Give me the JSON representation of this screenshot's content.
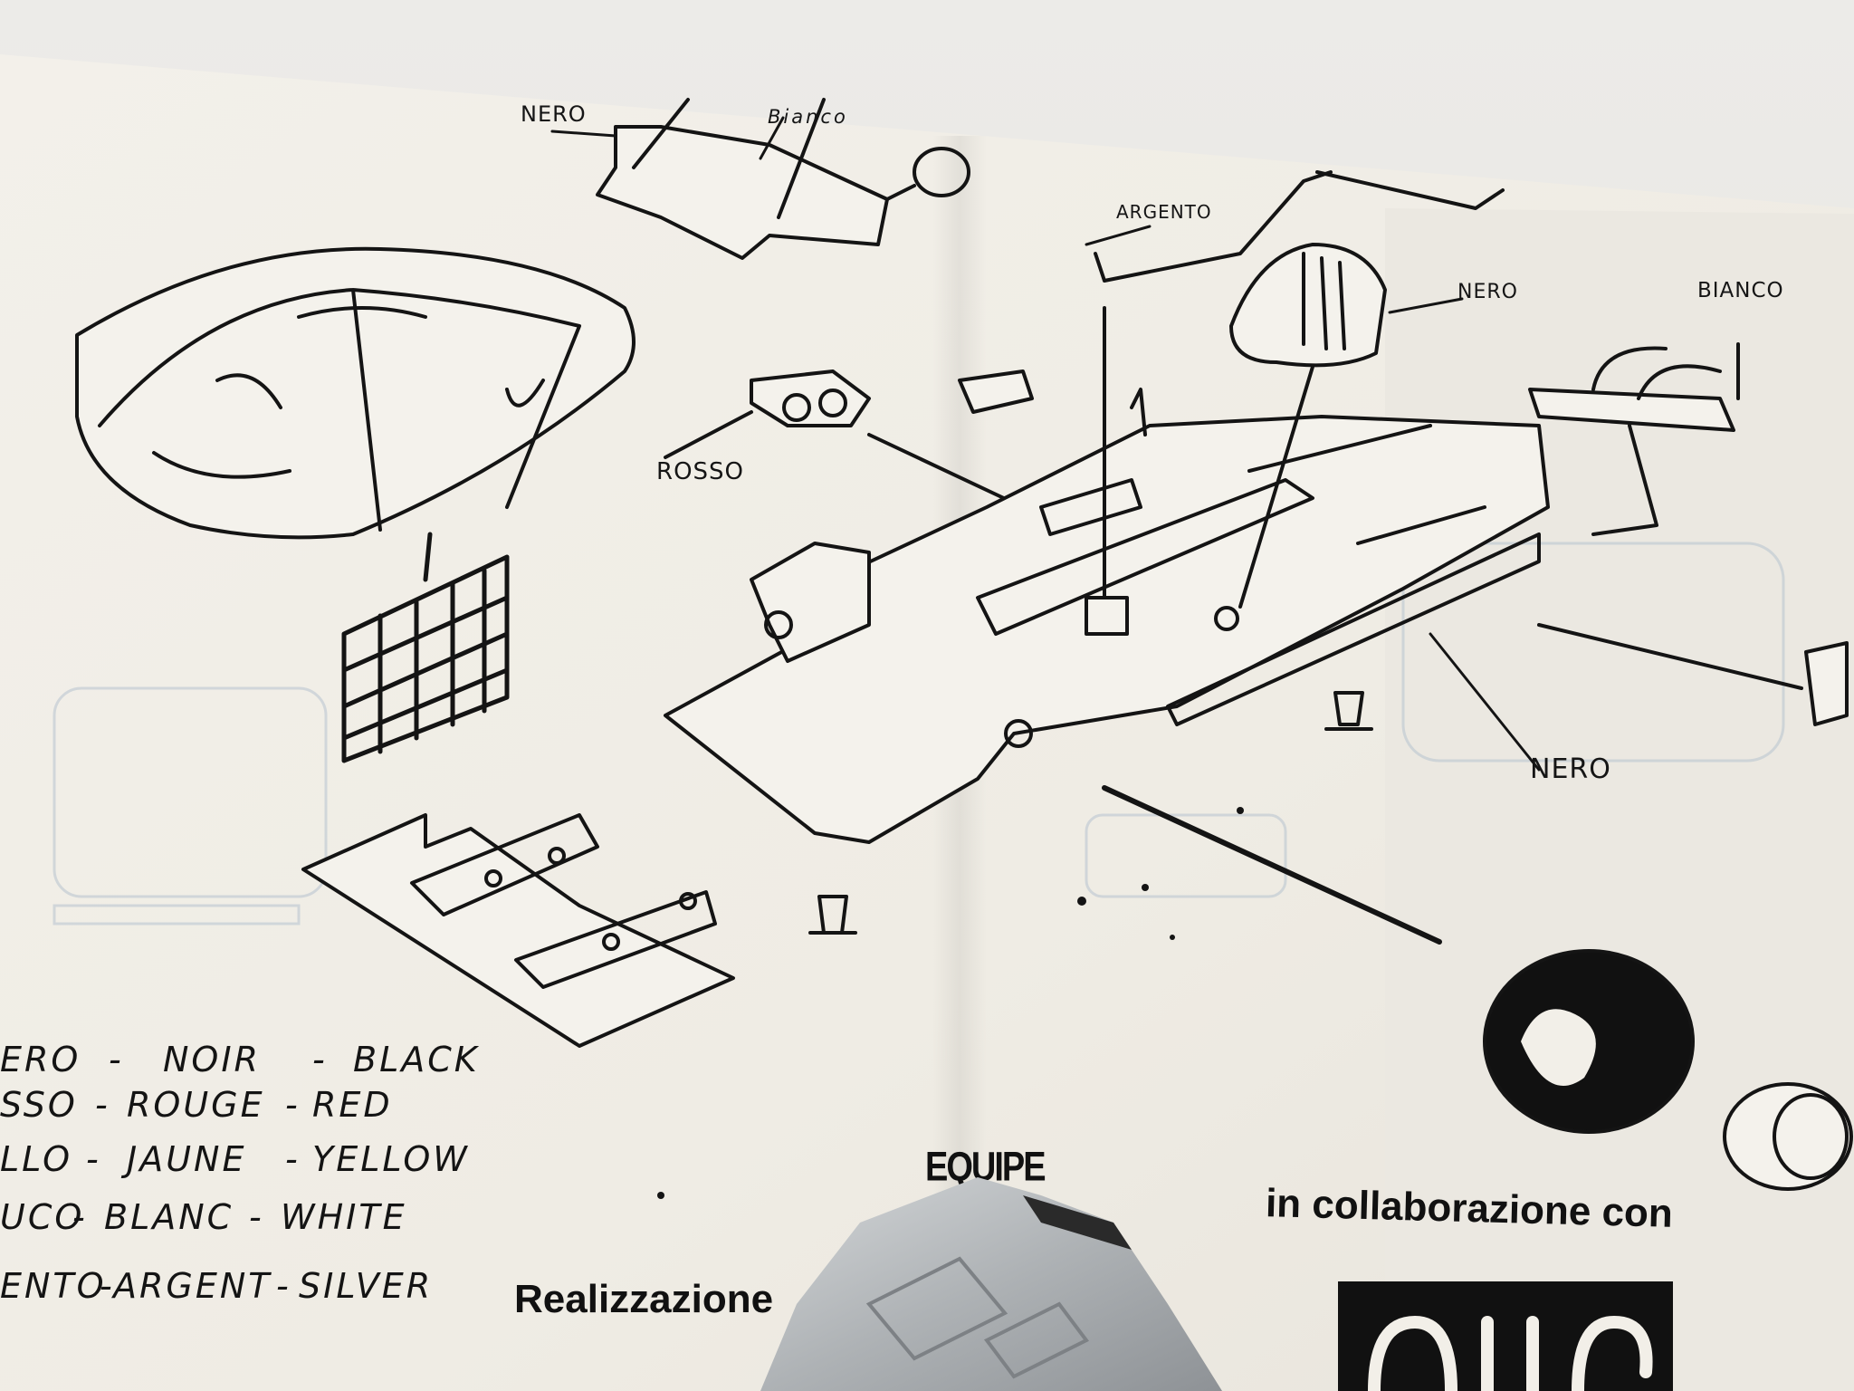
{
  "labels": {
    "nero_top": "NERO",
    "bianco_top": "Bianco",
    "argento": "ARGENTO",
    "nero_seat": "NERO",
    "bianco_right": "BIANCO",
    "rosso": "ROSSO",
    "nero_bottom": "NERO"
  },
  "legend": [
    {
      "it": "ERO",
      "fr": "NOIR",
      "en": "BLACK"
    },
    {
      "it": "SSO",
      "fr": "ROUGE",
      "en": "RED"
    },
    {
      "it": "LLO",
      "fr": "JAUNE",
      "en": "YELLOW"
    },
    {
      "it": "UCO",
      "fr": "BLANC",
      "en": "WHITE"
    },
    {
      "it": "ENTO",
      "fr": "ARGENT",
      "en": "SILVER"
    }
  ],
  "credits": {
    "equipe": "EQUIPE",
    "collab": "in collaborazione con",
    "realizzazione": "Realizzazione",
    "logo_text": "alle"
  },
  "colors": {
    "paper": "#f2efe8",
    "ink": "#141414",
    "metal": "#b9bdc0"
  }
}
